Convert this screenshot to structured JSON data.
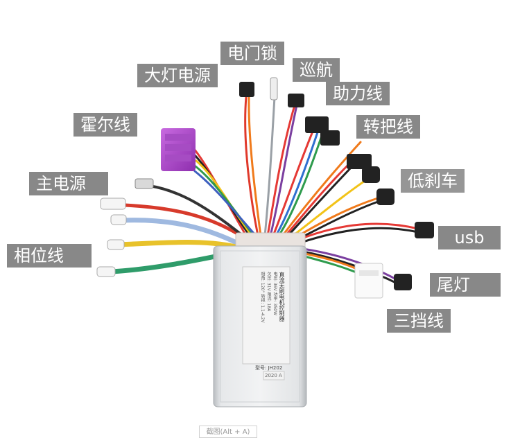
{
  "labels": {
    "door_lock": "电门锁",
    "headlight_power": "大灯电源",
    "cruise": "巡航",
    "assist": "助力线",
    "hall": "霍尔线",
    "throttle": "转把线",
    "main_power": "主电源",
    "low_brake": "低刹车",
    "phase": "相位线",
    "usb": "usb",
    "tail_light": "尾灯",
    "three_speed": "三挡线"
  },
  "controller": {
    "title": "直流无刷电机控制器",
    "model": "型号: JH202",
    "spec_lines": [
      "电压: 36V   功率: 350W",
      "欠压: 31V   限流: 18A",
      "相角: 120°  转把: 1.1-4.2V"
    ],
    "date": "2020 A"
  },
  "screenshot_hint": "截图(Alt + A)"
}
